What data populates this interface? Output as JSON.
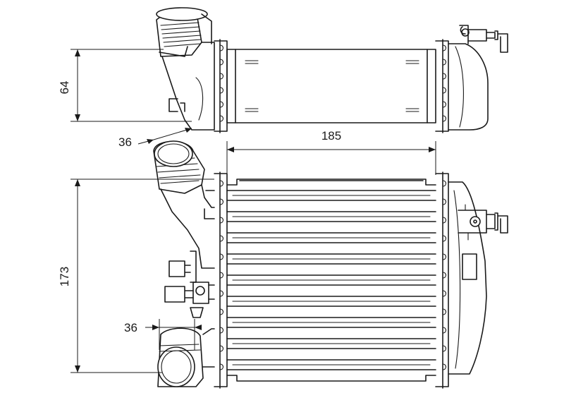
{
  "dimensions": {
    "top_height": "64",
    "top_pipe_diameter": "36",
    "core_width": "185",
    "front_height": "173",
    "bottom_pipe_diameter": "36"
  }
}
